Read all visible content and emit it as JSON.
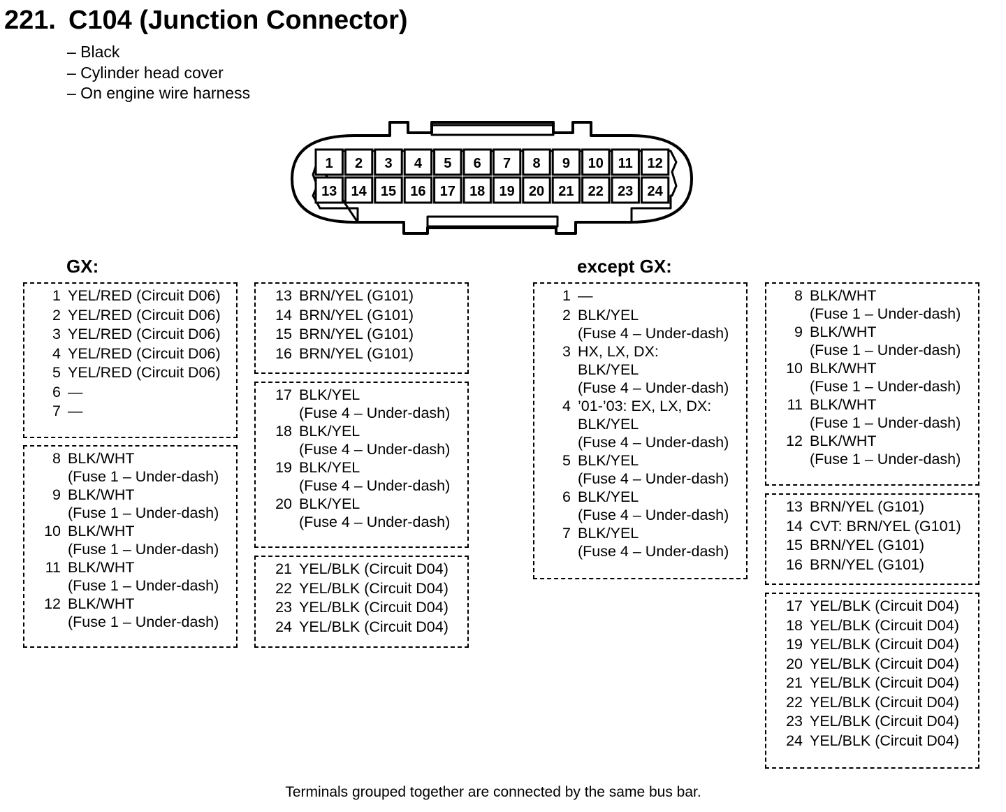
{
  "title": {
    "number": "221.",
    "text": "C104 (Junction Connector)"
  },
  "notes": [
    "– Black",
    "– Cylinder head cover",
    "– On engine wire harness"
  ],
  "connector": {
    "row1": [
      "1",
      "2",
      "3",
      "4",
      "5",
      "6",
      "7",
      "8",
      "9",
      "10",
      "11",
      "12"
    ],
    "row2": [
      "13",
      "14",
      "15",
      "16",
      "17",
      "18",
      "19",
      "20",
      "21",
      "22",
      "23",
      "24"
    ]
  },
  "gx": {
    "label": "GX:",
    "groups": [
      [
        {
          "n": "1",
          "lines": [
            "YEL/RED (Circuit D06)"
          ]
        },
        {
          "n": "2",
          "lines": [
            "YEL/RED (Circuit D06)"
          ]
        },
        {
          "n": "3",
          "lines": [
            "YEL/RED (Circuit D06)"
          ]
        },
        {
          "n": "4",
          "lines": [
            "YEL/RED (Circuit D06)"
          ]
        },
        {
          "n": "5",
          "lines": [
            "YEL/RED (Circuit D06)"
          ]
        },
        {
          "n": "6",
          "lines": [
            "—"
          ]
        },
        {
          "n": "7",
          "lines": [
            "—"
          ]
        }
      ],
      [
        {
          "n": "8",
          "lines": [
            "BLK/WHT",
            "(Fuse 1 – Under-dash)"
          ]
        },
        {
          "n": "9",
          "lines": [
            "BLK/WHT",
            "(Fuse 1 – Under-dash)"
          ]
        },
        {
          "n": "10",
          "lines": [
            "BLK/WHT",
            "(Fuse 1 – Under-dash)"
          ]
        },
        {
          "n": "11",
          "lines": [
            "BLK/WHT",
            "(Fuse 1 – Under-dash)"
          ]
        },
        {
          "n": "12",
          "lines": [
            "BLK/WHT",
            "(Fuse 1 – Under-dash)"
          ]
        }
      ],
      [
        {
          "n": "13",
          "lines": [
            "BRN/YEL (G101)"
          ]
        },
        {
          "n": "14",
          "lines": [
            "BRN/YEL (G101)"
          ]
        },
        {
          "n": "15",
          "lines": [
            "BRN/YEL (G101)"
          ]
        },
        {
          "n": "16",
          "lines": [
            "BRN/YEL (G101)"
          ]
        }
      ],
      [
        {
          "n": "17",
          "lines": [
            "BLK/YEL",
            "(Fuse 4 – Under-dash)"
          ]
        },
        {
          "n": "18",
          "lines": [
            "BLK/YEL",
            "(Fuse 4 – Under-dash)"
          ]
        },
        {
          "n": "19",
          "lines": [
            "BLK/YEL",
            "(Fuse 4 – Under-dash)"
          ]
        },
        {
          "n": "20",
          "lines": [
            "BLK/YEL",
            "(Fuse 4 – Under-dash)"
          ]
        }
      ],
      [
        {
          "n": "21",
          "lines": [
            "YEL/BLK (Circuit D04)"
          ]
        },
        {
          "n": "22",
          "lines": [
            "YEL/BLK (Circuit D04)"
          ]
        },
        {
          "n": "23",
          "lines": [
            "YEL/BLK (Circuit D04)"
          ]
        },
        {
          "n": "24",
          "lines": [
            "YEL/BLK (Circuit D04)"
          ]
        }
      ]
    ]
  },
  "except_gx": {
    "label": "except GX:",
    "groups": [
      [
        {
          "n": "1",
          "lines": [
            "—"
          ]
        },
        {
          "n": "2",
          "lines": [
            "BLK/YEL",
            "(Fuse 4 – Under-dash)"
          ]
        },
        {
          "n": "3",
          "lines": [
            "HX, LX, DX:",
            "BLK/YEL",
            "(Fuse 4 – Under-dash)"
          ]
        },
        {
          "n": "4",
          "lines": [
            "’01-’03: EX, LX, DX:",
            "BLK/YEL",
            "(Fuse 4 – Under-dash)"
          ]
        },
        {
          "n": "5",
          "lines": [
            "BLK/YEL",
            "(Fuse 4 – Under-dash)"
          ]
        },
        {
          "n": "6",
          "lines": [
            "BLK/YEL",
            "(Fuse 4 – Under-dash)"
          ]
        },
        {
          "n": "7",
          "lines": [
            "BLK/YEL",
            "(Fuse 4 – Under-dash)"
          ]
        }
      ],
      [
        {
          "n": "8",
          "lines": [
            "BLK/WHT",
            "(Fuse 1 – Under-dash)"
          ]
        },
        {
          "n": "9",
          "lines": [
            "BLK/WHT",
            "(Fuse 1 – Under-dash)"
          ]
        },
        {
          "n": "10",
          "lines": [
            "BLK/WHT",
            "(Fuse 1 – Under-dash)"
          ]
        },
        {
          "n": "11",
          "lines": [
            "BLK/WHT",
            "(Fuse 1 – Under-dash)"
          ]
        },
        {
          "n": "12",
          "lines": [
            "BLK/WHT",
            "(Fuse 1 – Under-dash)"
          ]
        }
      ],
      [
        {
          "n": "13",
          "lines": [
            "BRN/YEL (G101)"
          ]
        },
        {
          "n": "14",
          "lines": [
            "CVT: BRN/YEL (G101)"
          ]
        },
        {
          "n": "15",
          "lines": [
            "BRN/YEL (G101)"
          ]
        },
        {
          "n": "16",
          "lines": [
            "BRN/YEL (G101)"
          ]
        }
      ],
      [
        {
          "n": "17",
          "lines": [
            "YEL/BLK (Circuit D04)"
          ]
        },
        {
          "n": "18",
          "lines": [
            "YEL/BLK (Circuit D04)"
          ]
        },
        {
          "n": "19",
          "lines": [
            "YEL/BLK (Circuit D04)"
          ]
        },
        {
          "n": "20",
          "lines": [
            "YEL/BLK (Circuit D04)"
          ]
        },
        {
          "n": "21",
          "lines": [
            "YEL/BLK (Circuit D04)"
          ]
        },
        {
          "n": "22",
          "lines": [
            "YEL/BLK (Circuit D04)"
          ]
        },
        {
          "n": "23",
          "lines": [
            "YEL/BLK (Circuit D04)"
          ]
        },
        {
          "n": "24",
          "lines": [
            "YEL/BLK (Circuit D04)"
          ]
        }
      ]
    ]
  },
  "footnote": "Terminals grouped together are connected by the same bus bar."
}
